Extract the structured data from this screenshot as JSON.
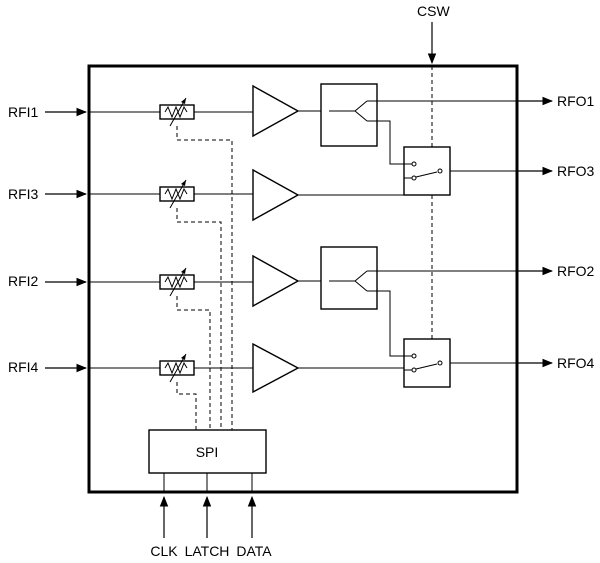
{
  "inputs": {
    "rfi1": "RFI1",
    "rfi3": "RFI3",
    "rfi2": "RFI2",
    "rfi4": "RFI4"
  },
  "outputs": {
    "rfo1": "RFO1",
    "rfo3": "RFO3",
    "rfo2": "RFO2",
    "rfo4": "RFO4"
  },
  "control": {
    "csw": "CSW",
    "spi": "SPI",
    "clk": "CLK",
    "latch": "LATCH",
    "data": "DATA"
  }
}
